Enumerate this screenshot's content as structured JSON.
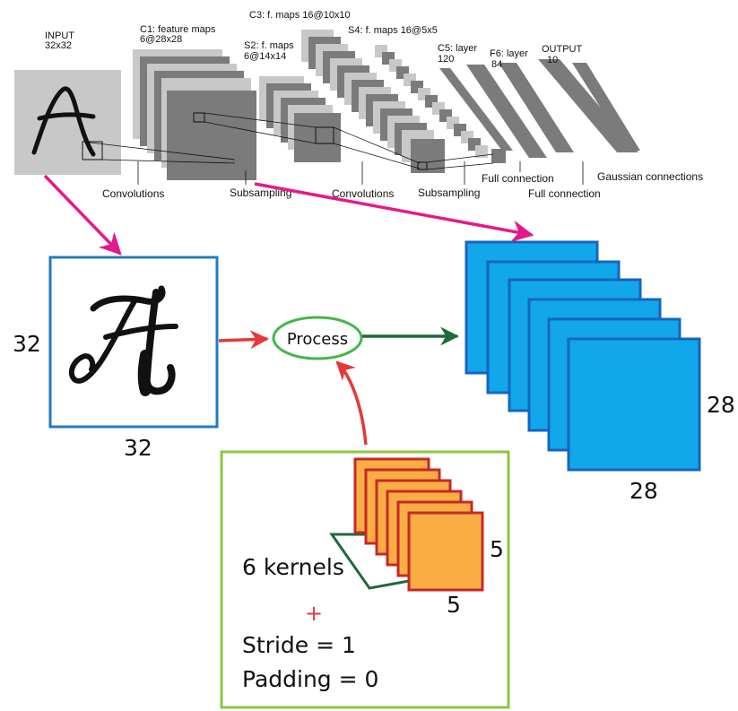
{
  "colors": {
    "magenta_arrow": "#e6198a",
    "red_arrow": "#e53935",
    "green_arrow": "#1e6b3a",
    "blue_map": "#12a7ea",
    "blue_map_border": "#1565c0",
    "orange_kernel": "#f9ae43",
    "kernel_border": "#c62828",
    "input_frame": "#1f7cc4",
    "kernel_box_frame": "#8dc63f",
    "process_ellipse": "#43b649",
    "gray_light": "#c8c8c8",
    "gray_dark": "#7b7b7b"
  },
  "lenet": {
    "input_label": "INPUT",
    "input_size": "32x32",
    "c1_label": "C1: feature maps",
    "c1_size": "6@28x28",
    "s2_label": "S2: f. maps",
    "s2_size": "6@14x14",
    "c3_label": "C3: f. maps 16@10x10",
    "s4_label": "S4: f. maps 16@5x5",
    "c5_label": "C5: layer",
    "c5_size": "120",
    "f6_label": "F6: layer",
    "f6_size": "84",
    "output_label": "OUTPUT",
    "output_size": "10",
    "op_convolutions_1": "Convolutions",
    "op_subsampling_1": "Subsampling",
    "op_convolutions_2": "Convolutions",
    "op_subsampling_2": "Subsampling",
    "op_full_connection_1": "Full connection",
    "op_full_connection_2": "Full connection",
    "op_gaussian": "Gaussian connections"
  },
  "input_image": {
    "height_label": "32",
    "width_label": "32"
  },
  "process": {
    "label": "Process"
  },
  "output_maps": {
    "count": 6,
    "height_label": "28",
    "width_label": "28"
  },
  "kernels": {
    "count": 6,
    "label": "6 kernels",
    "height_label": "5",
    "width_label": "5",
    "plus": "+",
    "stride": "Stride = 1",
    "padding": "Padding = 0"
  }
}
